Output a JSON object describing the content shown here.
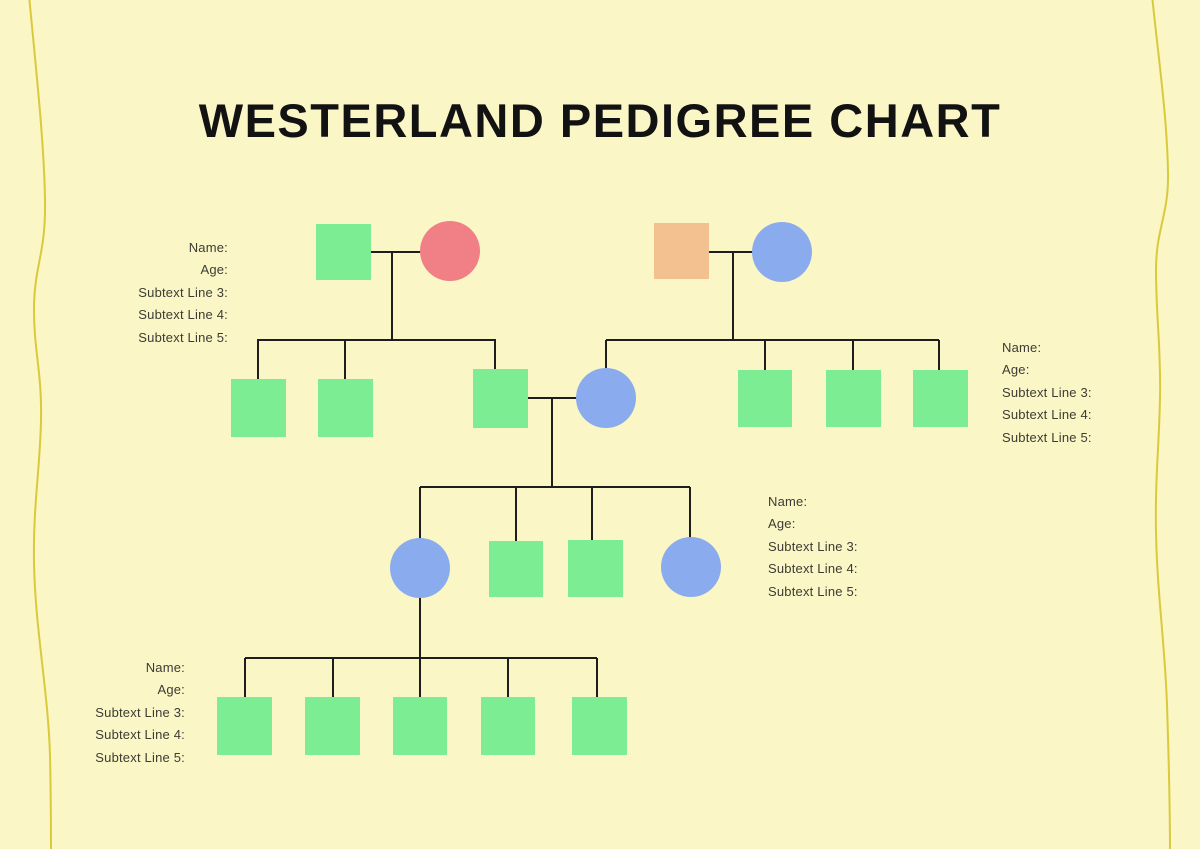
{
  "title": "WESTERLAND PEDIGREE CHART",
  "info_labels": {
    "name": "Name:",
    "age": "Age:",
    "line3": "Subtext Line 3:",
    "line4": "Subtext Line 4:",
    "line5": "Subtext Line 5:"
  },
  "colors": {
    "background": "#FAF6C6",
    "green_square": "#7DED94",
    "red_circle": "#F08086",
    "orange_square": "#F3C08F",
    "blue_circle": "#8AABEE",
    "connector": "#1E1E1E",
    "decorative_curve": "#D9CA3C",
    "title_text": "#121212",
    "label_text": "#3C3C34"
  },
  "pedigree": {
    "generation1": [
      {
        "member": "left-couple-husband",
        "shape": "square",
        "color": "green"
      },
      {
        "member": "left-couple-wife",
        "shape": "circle",
        "color": "red"
      },
      {
        "member": "right-couple-husband",
        "shape": "square",
        "color": "orange"
      },
      {
        "member": "right-couple-wife",
        "shape": "circle",
        "color": "blue"
      }
    ],
    "generation2": [
      {
        "member": "left-child-1",
        "shape": "square",
        "color": "green"
      },
      {
        "member": "left-child-2",
        "shape": "square",
        "color": "green"
      },
      {
        "member": "spouse-square",
        "shape": "square",
        "color": "green"
      },
      {
        "member": "right-child-1",
        "shape": "circle",
        "color": "blue"
      },
      {
        "member": "right-child-2",
        "shape": "square",
        "color": "green"
      },
      {
        "member": "right-child-3",
        "shape": "square",
        "color": "green"
      },
      {
        "member": "right-child-4",
        "shape": "square",
        "color": "green"
      }
    ],
    "generation3": [
      {
        "member": "child-1",
        "shape": "circle",
        "color": "blue"
      },
      {
        "member": "child-2",
        "shape": "square",
        "color": "green"
      },
      {
        "member": "child-3",
        "shape": "square",
        "color": "green"
      },
      {
        "member": "child-4",
        "shape": "circle",
        "color": "blue"
      }
    ],
    "generation4": [
      {
        "member": "child-1",
        "shape": "square",
        "color": "green"
      },
      {
        "member": "child-2",
        "shape": "square",
        "color": "green"
      },
      {
        "member": "child-3",
        "shape": "square",
        "color": "green"
      },
      {
        "member": "child-4",
        "shape": "square",
        "color": "green"
      },
      {
        "member": "child-5",
        "shape": "square",
        "color": "green"
      }
    ]
  }
}
